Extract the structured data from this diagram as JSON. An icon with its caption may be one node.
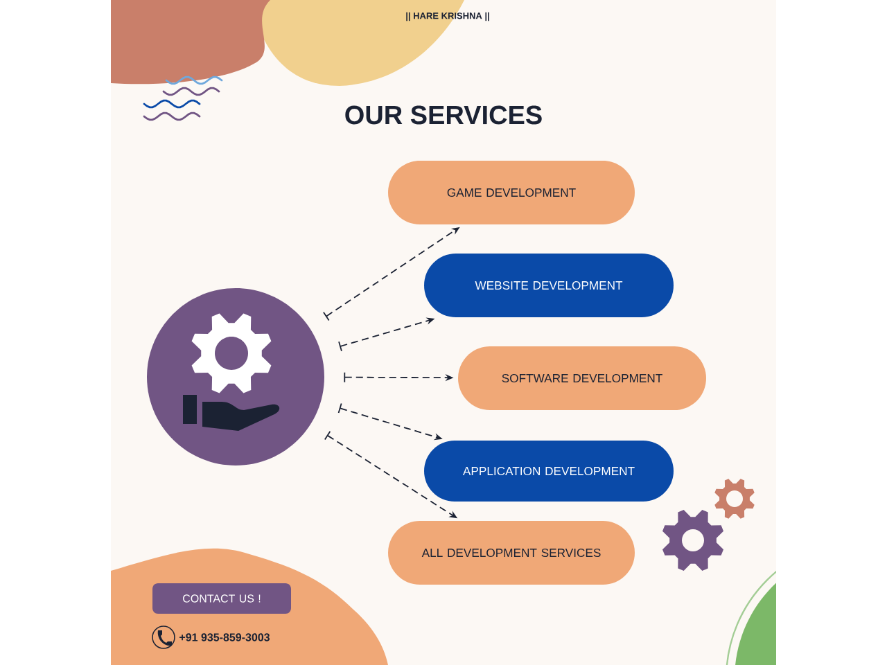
{
  "diagram": {
    "title": "OUR SERVICES",
    "nodes": [
      {
        "text": [],
        "shape": "circle"
      },
      {
        "text": [
          "GAME DEVELOPMENT"
        ]
      },
      {
        "text": [
          "WEBSITE DEVELOPMENT"
        ]
      },
      {
        "text": [
          "SOFTWARE DEVELOPMENT"
        ]
      },
      {
        "text": [
          "APPLICATION DEVELOPMENT"
        ]
      },
      {
        "text": [
          "ALL DEVELOPMENT SERVICES"
        ]
      },
      {
        "text": [
          "CONTACT US !"
        ]
      }
    ],
    "edges": [
      {
        "from": 0,
        "to": 1,
        "arrow": "to",
        "style": "dashed"
      },
      {
        "from": 0,
        "to": 2,
        "arrow": "to",
        "style": "dashed"
      },
      {
        "from": 0,
        "to": 3,
        "arrow": "to",
        "style": "dashed"
      },
      {
        "from": 0,
        "to": 4,
        "arrow": "to",
        "style": "dashed"
      },
      {
        "from": 0,
        "to": 5,
        "arrow": "to",
        "style": "dashed"
      }
    ],
    "labels": [
      "|| HARE KRISHNA ||",
      "+91 935-859-3003"
    ]
  }
}
